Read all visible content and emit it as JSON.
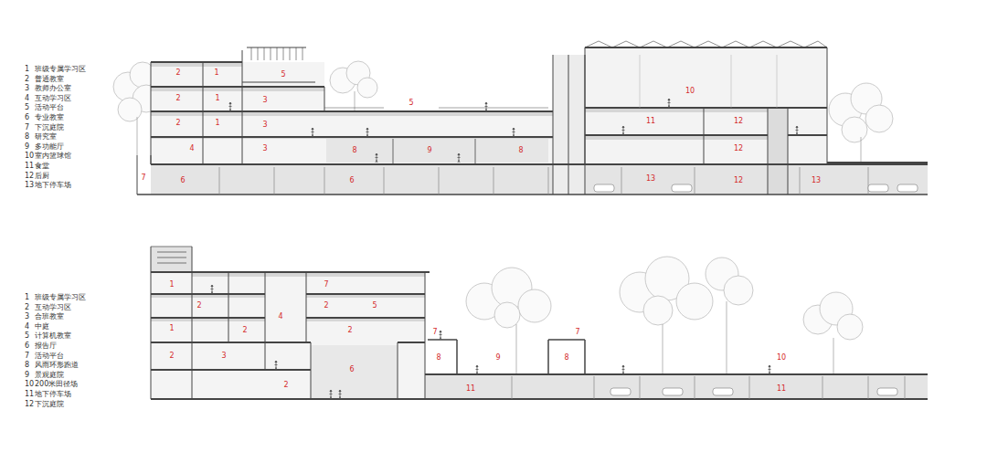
{
  "diagram": {
    "labels": [
      "1",
      "班级专属学习区",
      "2",
      "普通教室",
      "3",
      "教师办公室",
      "4",
      "互动学习区",
      "5",
      "活动平台",
      "6",
      "专业教室",
      "7",
      "下沉庭院",
      "8",
      "研究室",
      "9",
      "多功能厅",
      "10",
      "室内篮球馆",
      "11",
      "食堂",
      "12",
      "后厨",
      "13",
      "地下停车场",
      "2",
      "1",
      "5",
      "2",
      "1",
      "3",
      "5",
      "2",
      "1",
      "3",
      "4",
      "3",
      "8",
      "9",
      "8",
      "7",
      "6",
      "6",
      "10",
      "11",
      "12",
      "12",
      "13",
      "13",
      "12",
      "1",
      "班级专属学习区",
      "2",
      "互动学习区",
      "3",
      "合班教室",
      "4",
      "中庭",
      "5",
      "计算机教室",
      "6",
      "报告厅",
      "7",
      "活动平台",
      "8",
      "风雨环形跑道",
      "9",
      "景观庭院",
      "10",
      "200米田径场",
      "11",
      "地下停车场",
      "12",
      "下沉庭院",
      "1",
      "7",
      "2",
      "2",
      "5",
      "4",
      "1",
      "2",
      "2",
      "7",
      "7",
      "2",
      "3",
      "8",
      "9",
      "8",
      "10",
      "6",
      "2",
      "11",
      "11"
    ]
  }
}
